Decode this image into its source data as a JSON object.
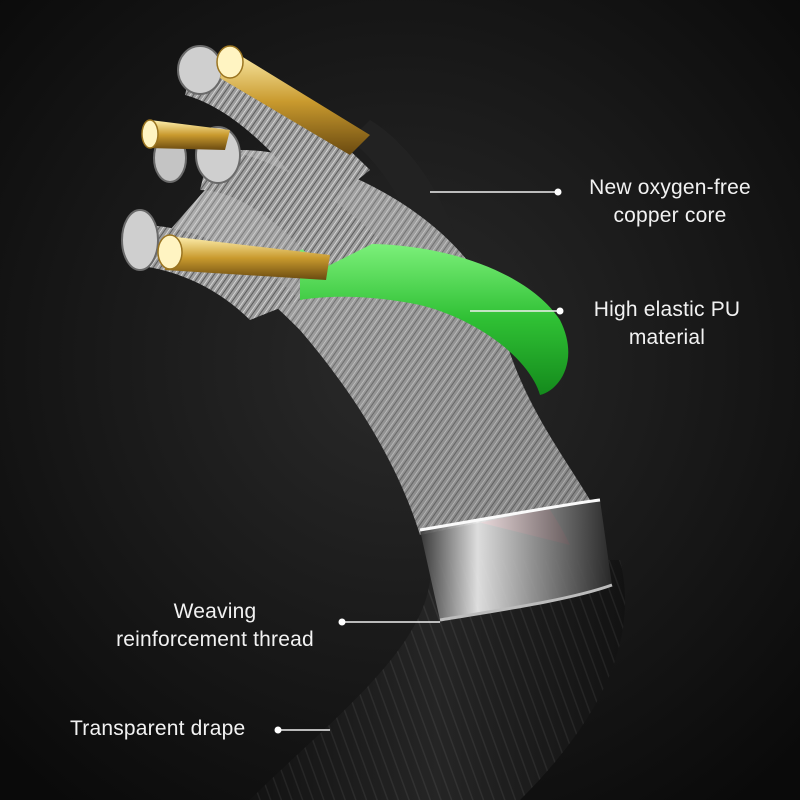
{
  "labels": {
    "copper_core": {
      "line1": "New oxygen-free",
      "line2": "copper core"
    },
    "pu_material": {
      "line1": "High elastic PU",
      "line2": "material"
    },
    "weaving_thread": {
      "line1": "Weaving",
      "line2": "reinforcement thread"
    },
    "transparent_drape": {
      "line1": "Transparent drape"
    }
  },
  "colors": {
    "background": "#111111",
    "green_wire": "#3cc43c",
    "red_wire": "#c8283a",
    "copper": "#c9a24a",
    "silver_strand": "#b9b9b9",
    "jacket": "#1b1b1b"
  }
}
